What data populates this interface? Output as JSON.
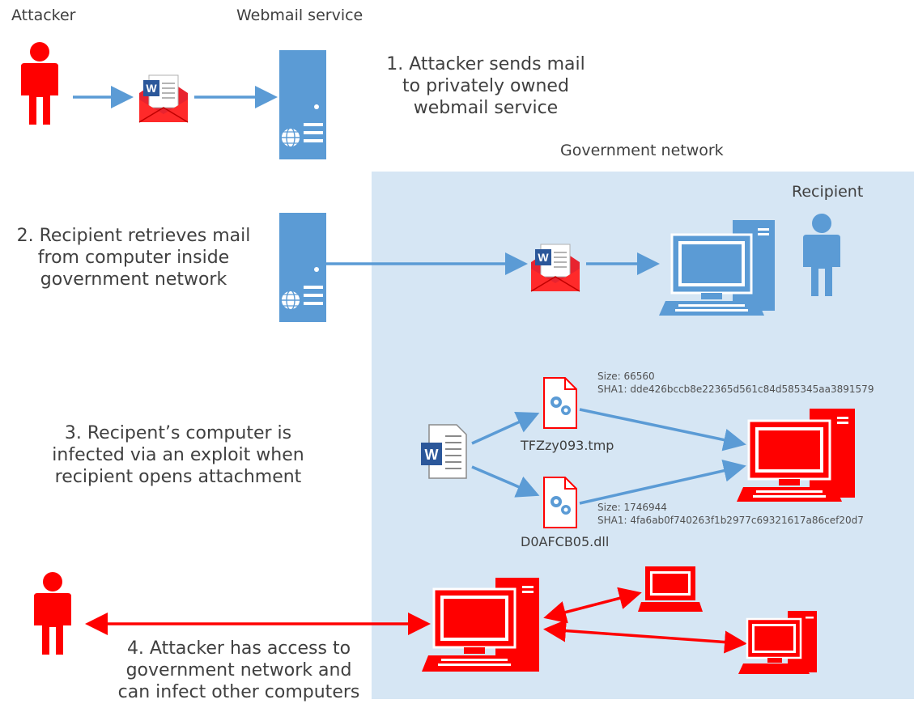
{
  "labels": {
    "attacker": "Attacker",
    "webmail_service": "Webmail service",
    "government_network": "Government network",
    "recipient": "Recipient"
  },
  "steps": {
    "step1": [
      "1. Attacker sends mail",
      "to privately owned",
      "webmail service"
    ],
    "step2": [
      "2. Recipient retrieves mail",
      "from computer inside",
      "government network"
    ],
    "step3": [
      "3. Recipent’s computer is",
      "infected via an exploit when",
      "recipient opens attachment"
    ],
    "step4": [
      "4. Attacker has access to",
      "government network and",
      "can infect other computers"
    ]
  },
  "files": {
    "tmp": {
      "name": "TFZzy093.tmp",
      "size": "Size: 66560",
      "sha1": "SHA1: dde426bccb8e22365d561c84d585345aa3891579"
    },
    "dll": {
      "name": "D0AFCB05.dll",
      "size": "Size: 1746944",
      "sha1": "SHA1: 4fa6ab0f740263f1b2977c69321617a86cef20d7"
    }
  },
  "icons": [
    "person-icon",
    "server-icon",
    "mail-icon",
    "word-doc-icon",
    "gear-file-icon",
    "computer-icon",
    "laptop-icon"
  ],
  "colors": {
    "attacker_red": "#ff0000",
    "recipient_blue": "#5b9bd5",
    "network_bg": "#d6e6f4",
    "arrow_blue": "#5b9bd5"
  }
}
